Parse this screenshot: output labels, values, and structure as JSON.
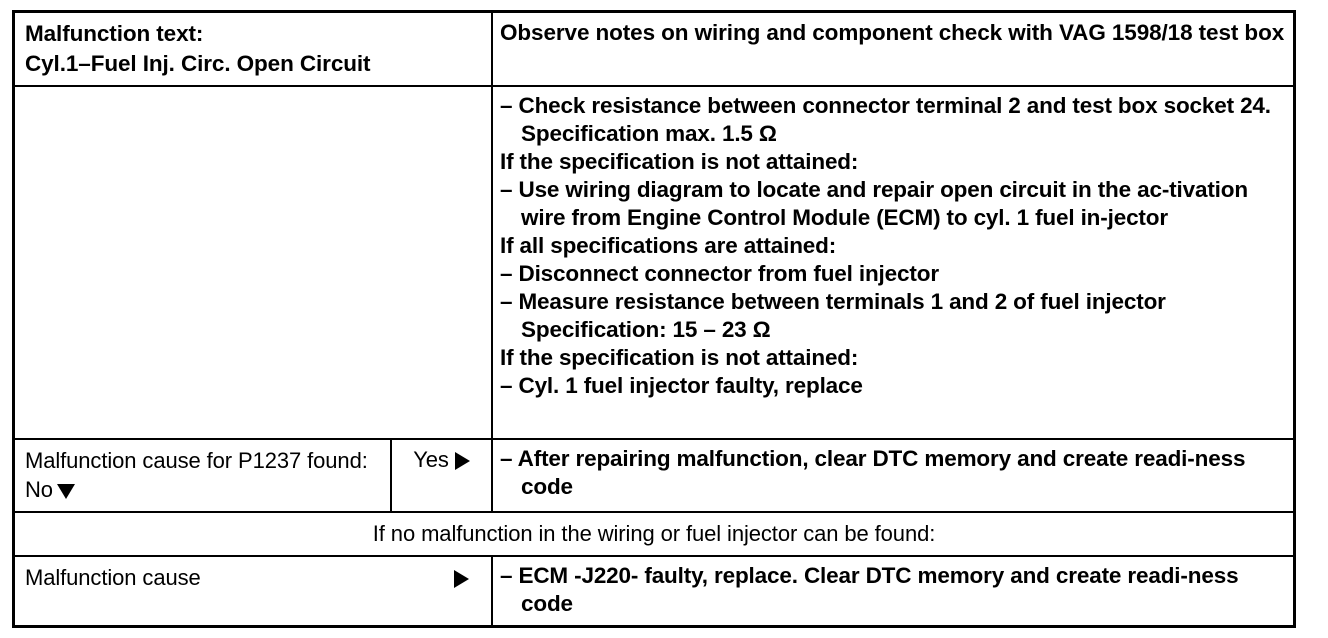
{
  "table": {
    "header": {
      "left_label": "Malfunction text:\nCyl.1–Fuel Inj. Circ. Open Circuit",
      "right_label": "Observe notes on wiring and component check with VAG 1598/18 test box"
    },
    "procedure": {
      "left_label": "",
      "steps": [
        {
          "marker": "–",
          "text": "Check resistance between connector terminal 2 and test box socket 24.  Specification max. 1.5 Ω"
        },
        {
          "marker": "",
          "text": "If the specification is not attained:"
        },
        {
          "marker": "–",
          "text": "Use wiring diagram to locate and repair open circuit in the ac-tivation wire from Engine Control Module (ECM) to cyl. 1 fuel in-jector"
        },
        {
          "marker": "",
          "text": "If all specifications are attained:"
        },
        {
          "marker": "–",
          "text": "Disconnect connector from fuel injector"
        },
        {
          "marker": "–",
          "text": "Measure resistance between terminals 1 and 2 of fuel injector Specification: 15 – 23 Ω"
        },
        {
          "marker": "",
          "text": "If the specification is not attained:"
        },
        {
          "marker": "–",
          "text": "Cyl. 1 fuel injector faulty, replace"
        }
      ]
    },
    "yes_row": {
      "question": "Malfunction cause for P1237 found: No",
      "no_marker_icon": "triangle-down-icon",
      "yes_label": "Yes",
      "yes_marker_icon": "triangle-right-icon",
      "action_marker": "–",
      "action_text": "After repairing malfunction, clear DTC memory and create readi-ness code"
    },
    "banner": {
      "text": "If no malfunction in the wiring or fuel injector can be found:"
    },
    "cause_row": {
      "label": "Malfunction cause",
      "marker_icon": "triangle-right-icon",
      "action_marker": "–",
      "action_text": "ECM -J220- faulty, replace.  Clear DTC memory and create readi-ness code"
    }
  },
  "colors": {
    "ink": "#000000",
    "paper": "#ffffff"
  }
}
